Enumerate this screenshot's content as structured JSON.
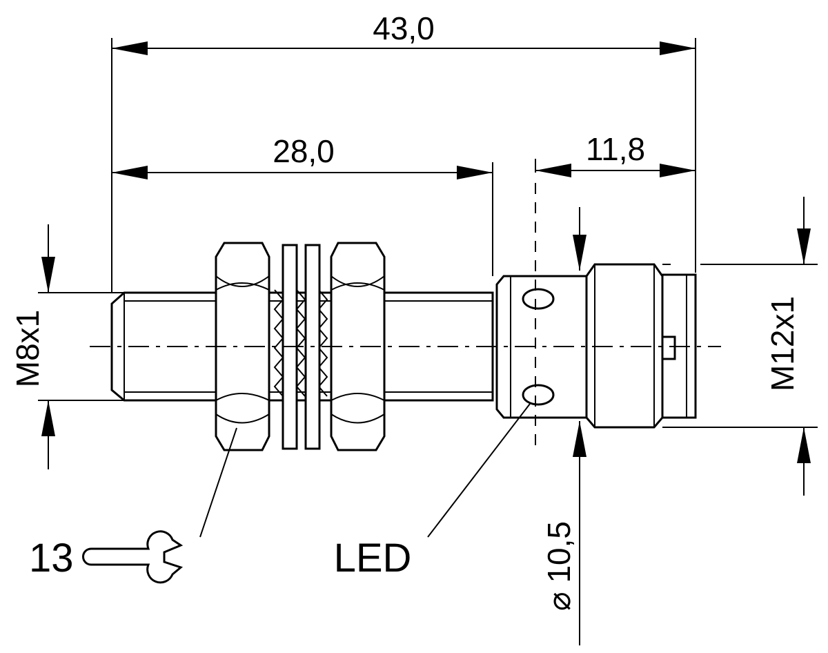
{
  "dimensions": {
    "overall_length": "43,0",
    "thread_length": "28,0",
    "connector_length": "11,8",
    "thread_left": "M8x1",
    "thread_right": "M12x1",
    "diameter": "⌀ 10,5"
  },
  "callouts": {
    "wrench_size": "13",
    "led": "LED"
  },
  "icons": {
    "wrench": "wrench-icon"
  }
}
